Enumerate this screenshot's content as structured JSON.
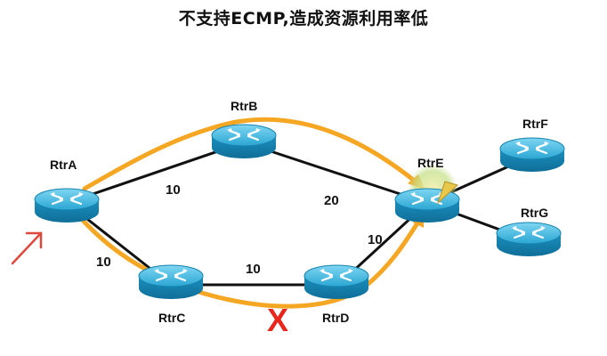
{
  "title": "不支持ECMP,造成资源利用率低",
  "colors": {
    "background": "#ffffff",
    "link": "#111111",
    "path": "#f5a623",
    "router_body": "#1a9cc9",
    "router_top": "#4fc0e6",
    "blocked_mark": "#e8261c",
    "source_arrow": "#e0483c",
    "highlight": "#c6e08a"
  },
  "routers": [
    {
      "id": "A",
      "label": "RtrA"
    },
    {
      "id": "B",
      "label": "RtrB"
    },
    {
      "id": "C",
      "label": "RtrC"
    },
    {
      "id": "D",
      "label": "RtrD"
    },
    {
      "id": "E",
      "label": "RtrE"
    },
    {
      "id": "F",
      "label": "RtrF"
    },
    {
      "id": "G",
      "label": "RtrG"
    }
  ],
  "links": [
    {
      "from": "A",
      "to": "B",
      "weight": "10"
    },
    {
      "from": "B",
      "to": "E",
      "weight": "20"
    },
    {
      "from": "A",
      "to": "C",
      "weight": "10"
    },
    {
      "from": "C",
      "to": "D",
      "weight": "10"
    },
    {
      "from": "D",
      "to": "E",
      "weight": "10"
    },
    {
      "from": "E",
      "to": "F",
      "weight": ""
    },
    {
      "from": "E",
      "to": "G",
      "weight": ""
    }
  ],
  "blocked_link": {
    "from": "C",
    "to": "D",
    "mark": "X"
  },
  "paths": [
    {
      "name": "upper-path",
      "via": [
        "A",
        "B",
        "E"
      ]
    },
    {
      "name": "lower-path",
      "via": [
        "A",
        "C",
        "D",
        "E"
      ]
    }
  ]
}
